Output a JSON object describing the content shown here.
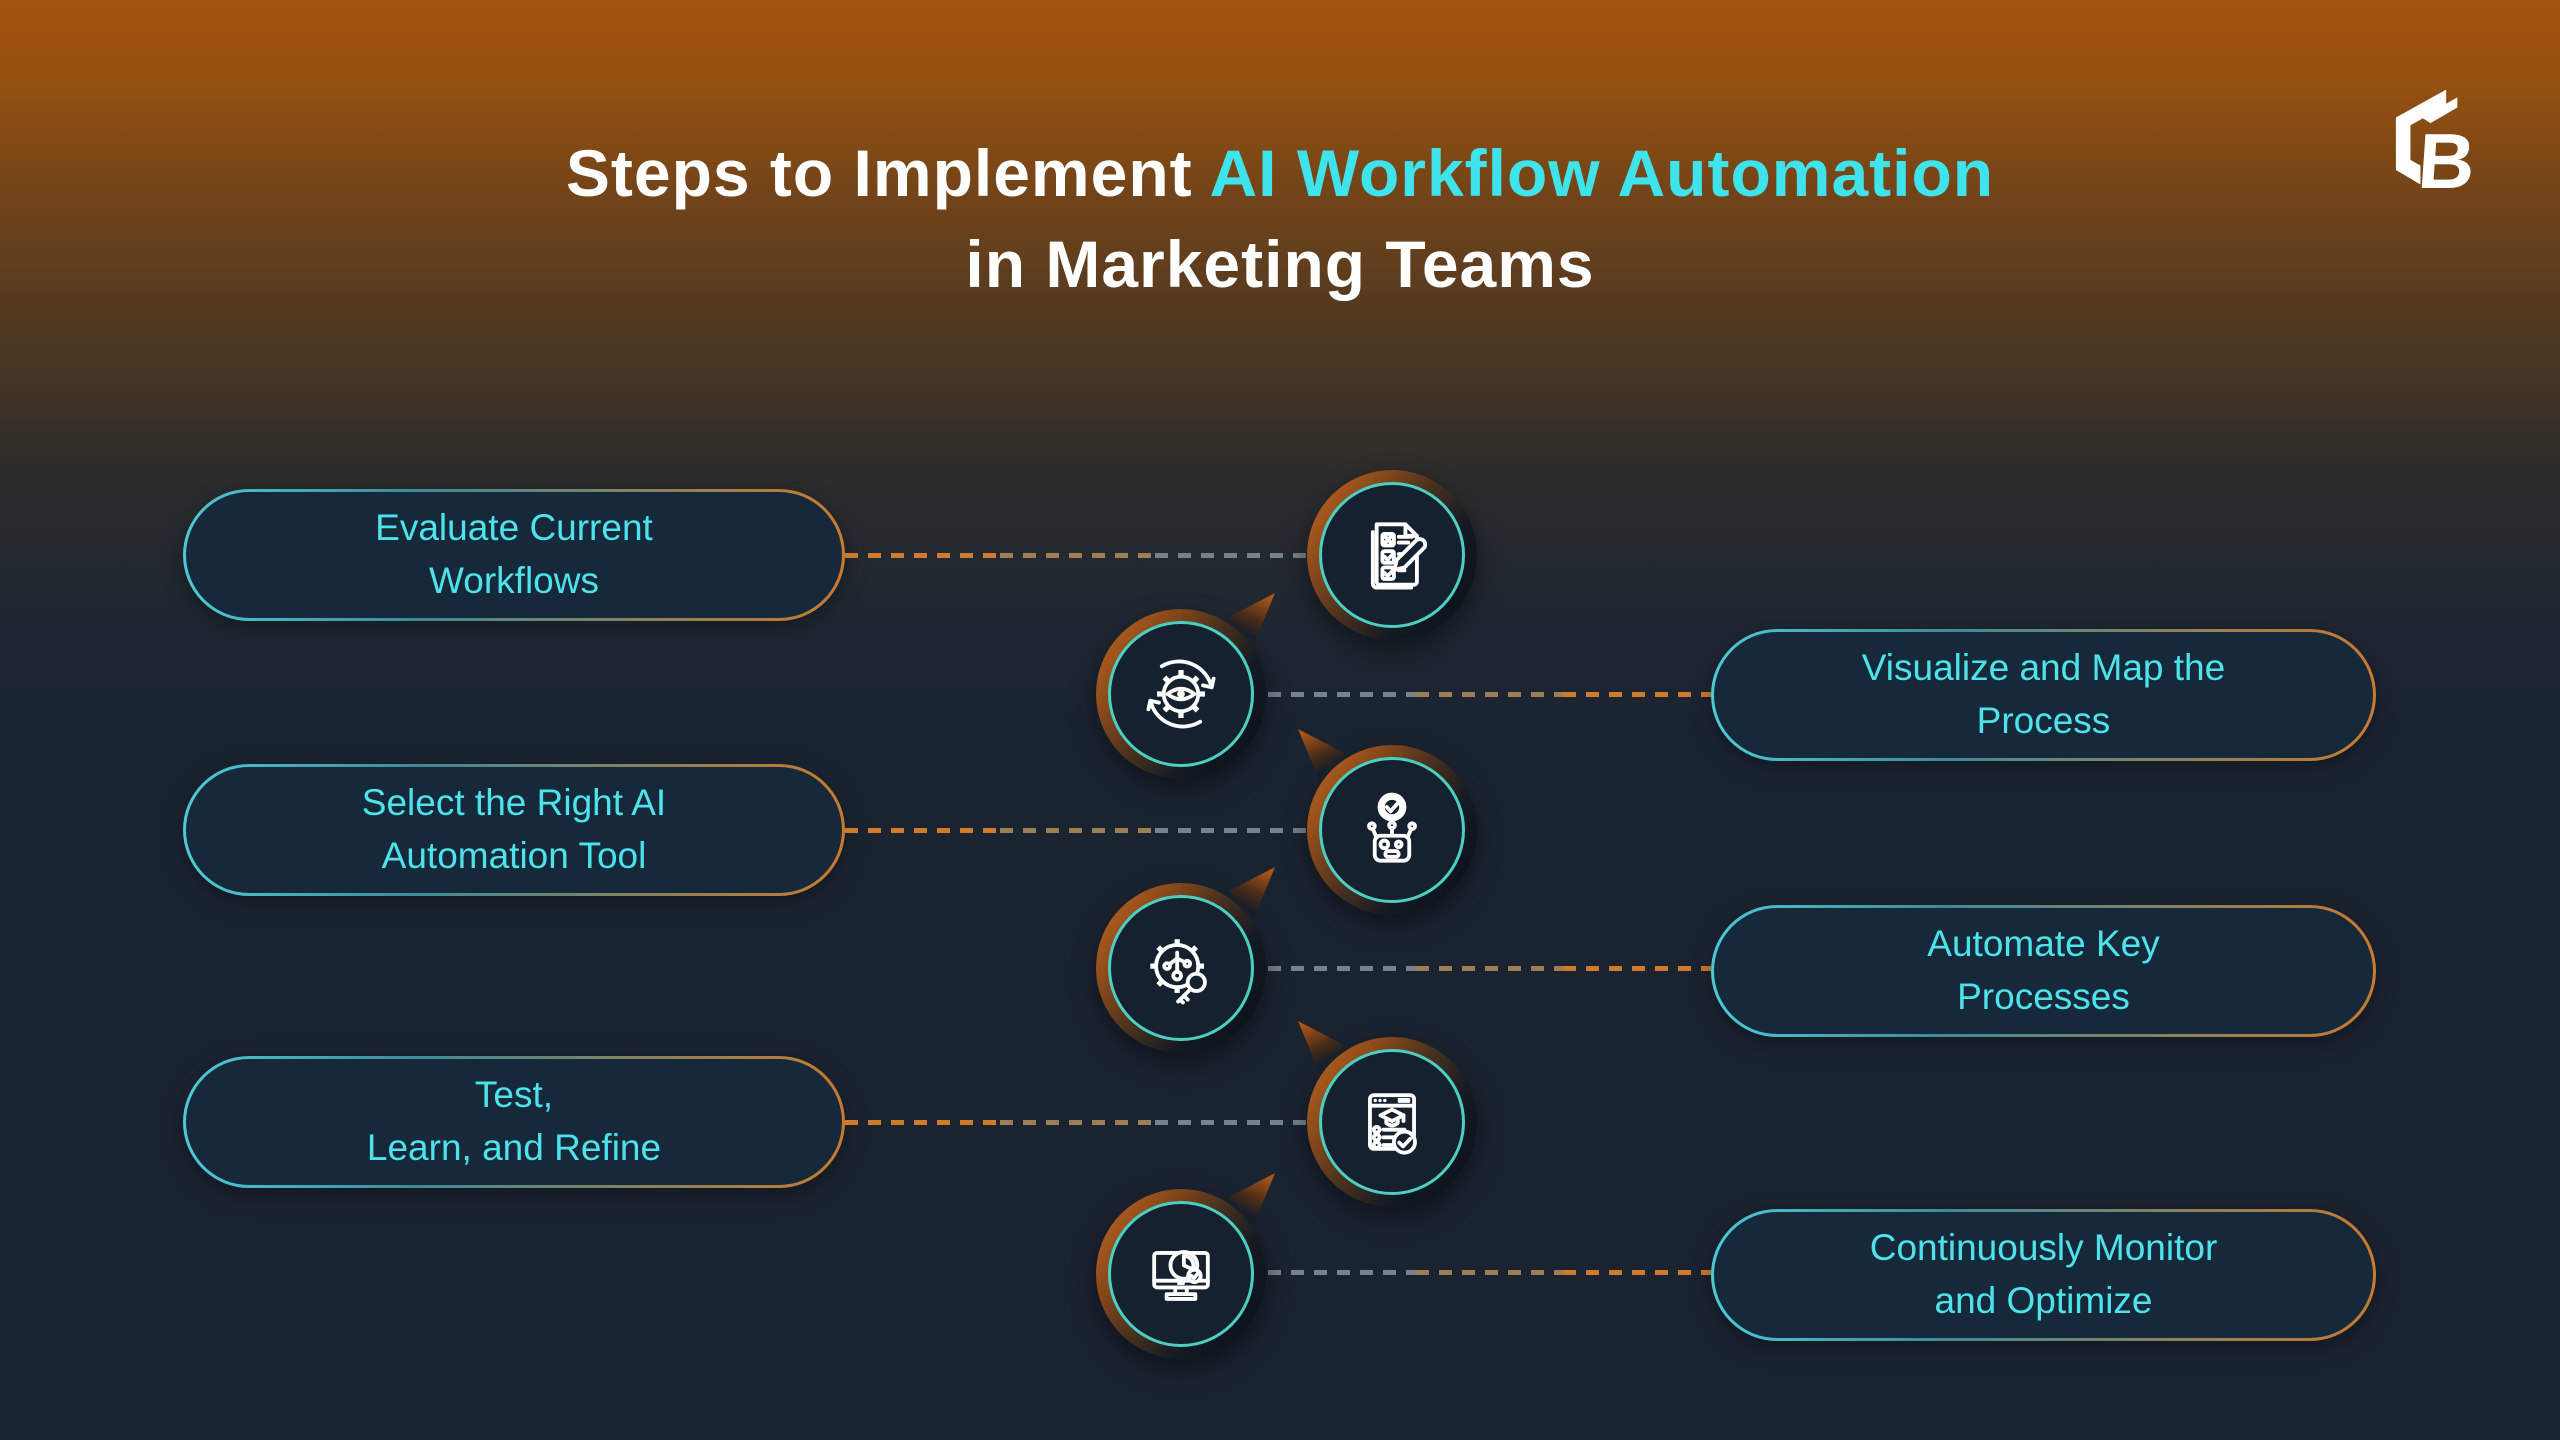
{
  "header": {
    "title_line1_white": "Steps to Implement",
    "title_line1_accent": "AI Workflow Automation",
    "title_line2": "in Marketing Teams",
    "logo_letter": "B"
  },
  "colors": {
    "accent_cyan": "#3FE3EC",
    "accent_orange": "#C97A2D",
    "background_top_orange": "#A5540E",
    "background_navy": "#1A2330",
    "pill_fill": "#16293B",
    "pill_text": "#4EE2EA",
    "pill_border_left": "#4EC9D6",
    "pill_border_right": "#C97A2D",
    "icon_inner_ring": "#4CCFC2",
    "icon_stroke": "#FFFFFF",
    "connector_orange": "#CE7C2B",
    "connector_grey": "#76828D"
  },
  "steps": [
    {
      "id": 1,
      "side": "left",
      "icon": "checklist-pencil-icon",
      "label": "Evaluate Current Workflows",
      "lines": [
        "Evaluate Current",
        "Workflows"
      ]
    },
    {
      "id": 2,
      "side": "right",
      "icon": "eye-gear-sync-icon",
      "label": "Visualize and Map the Process",
      "lines": [
        "Visualize and Map the",
        "Process"
      ]
    },
    {
      "id": 3,
      "side": "left",
      "icon": "robot-check-icon",
      "label": "Select the Right AI Automation Tool",
      "lines": [
        "Select the Right AI",
        "Automation Tool"
      ]
    },
    {
      "id": 4,
      "side": "right",
      "icon": "gear-key-icon",
      "label": "Automate Key Processes",
      "lines": [
        "Automate Key",
        "Processes"
      ]
    },
    {
      "id": 5,
      "side": "left",
      "icon": "learning-checklist-icon",
      "label": "Test, Learn, and Refine",
      "lines": [
        "Test,",
        "Learn, and Refine"
      ]
    },
    {
      "id": 6,
      "side": "right",
      "icon": "monitor-clock-icon",
      "label": "Continuously Monitor and Optimize",
      "lines": [
        "Continuously Monitor",
        "and Optimize"
      ]
    }
  ]
}
